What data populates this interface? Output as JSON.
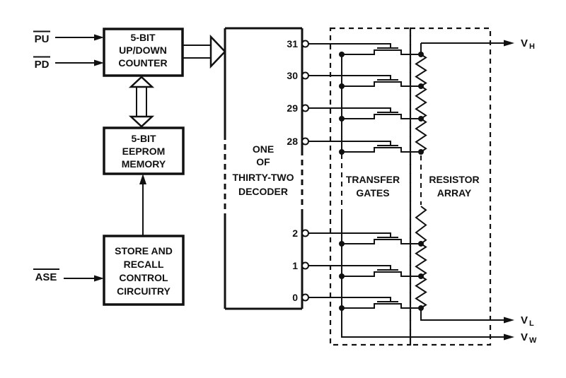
{
  "blocks": {
    "counter": {
      "lines": [
        "5-BIT",
        "UP/DOWN",
        "COUNTER"
      ]
    },
    "eeprom": {
      "lines": [
        "5-BIT",
        "EEPROM",
        "MEMORY"
      ]
    },
    "store_recall": {
      "lines": [
        "STORE AND",
        "RECALL",
        "CONTROL",
        "CIRCUITRY"
      ]
    },
    "decoder": {
      "lines": [
        "ONE",
        "OF",
        "THIRTY-TWO",
        "DECODER"
      ]
    },
    "transfer_gates": {
      "lines": [
        "TRANSFER",
        "GATES"
      ]
    },
    "resistor_array": {
      "lines": [
        "RESISTOR",
        "ARRAY"
      ]
    }
  },
  "inputs": {
    "pu": {
      "label": "PU",
      "overline": true
    },
    "pd": {
      "label": "PD",
      "overline": true
    },
    "ase": {
      "label": "ASE",
      "overline": true
    }
  },
  "outputs": {
    "vh": {
      "base": "V",
      "sub": "H"
    },
    "vl": {
      "base": "V",
      "sub": "L"
    },
    "vw": {
      "base": "V",
      "sub": "W"
    }
  },
  "decoder_pins": [
    "31",
    "30",
    "29",
    "28",
    "2",
    "1",
    "0"
  ],
  "colors": {
    "line": "#111111",
    "background": "#ffffff"
  }
}
